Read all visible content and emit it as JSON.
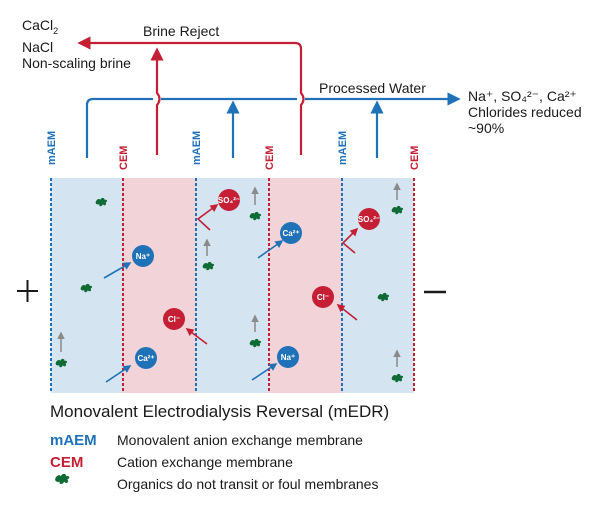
{
  "colors": {
    "blue": "#1f72b8",
    "red": "#c41f35",
    "blue_chamber": "#d4e4f1",
    "red_chamber": "#f1d3d8",
    "organic": "#0f6b34",
    "gray_arrow": "#8a8a8a"
  },
  "top": {
    "brine_output_lines": [
      "CaCl2",
      "NaCl",
      "Non-scaling brine"
    ],
    "brine_line1_base": "CaCl",
    "brine_line1_sub": "2",
    "brine_label": "Brine Reject",
    "processed_label": "Processed Water",
    "processed_output_line1": "Na⁺, SO₄²⁻, Ca²⁺",
    "processed_output_line2": "Chlorides reduced",
    "processed_output_line3": "~90%"
  },
  "membranes": [
    {
      "label": "mAEM",
      "type": "mAEM"
    },
    {
      "label": "CEM",
      "type": "CEM"
    },
    {
      "label": "mAEM",
      "type": "mAEM"
    },
    {
      "label": "CEM",
      "type": "CEM"
    },
    {
      "label": "mAEM",
      "type": "mAEM"
    },
    {
      "label": "CEM",
      "type": "CEM"
    }
  ],
  "electrodes": {
    "anode": "+",
    "cathode": "−"
  },
  "ions": [
    {
      "label": "Na⁺",
      "charge": "cation"
    },
    {
      "label": "Ca²⁺",
      "charge": "cation"
    },
    {
      "label": "Cl⁻",
      "charge": "anion"
    },
    {
      "label": "SO₄²⁻",
      "charge": "anion"
    },
    {
      "label": "Ca²⁺",
      "charge": "cation"
    },
    {
      "label": "Na⁺",
      "charge": "cation"
    },
    {
      "label": "Cl⁻",
      "charge": "anion"
    },
    {
      "label": "SO₄²⁻",
      "charge": "anion"
    }
  ],
  "legend": {
    "title": "Monovalent Electrodialysis Reversal (mEDR)",
    "items": [
      {
        "key": "mAEM",
        "desc": "Monovalent anion exchange membrane"
      },
      {
        "key": "CEM",
        "desc": "Cation exchange membrane"
      },
      {
        "key": "organic-icon",
        "desc": "Organics do not transit or foul membranes"
      }
    ]
  }
}
